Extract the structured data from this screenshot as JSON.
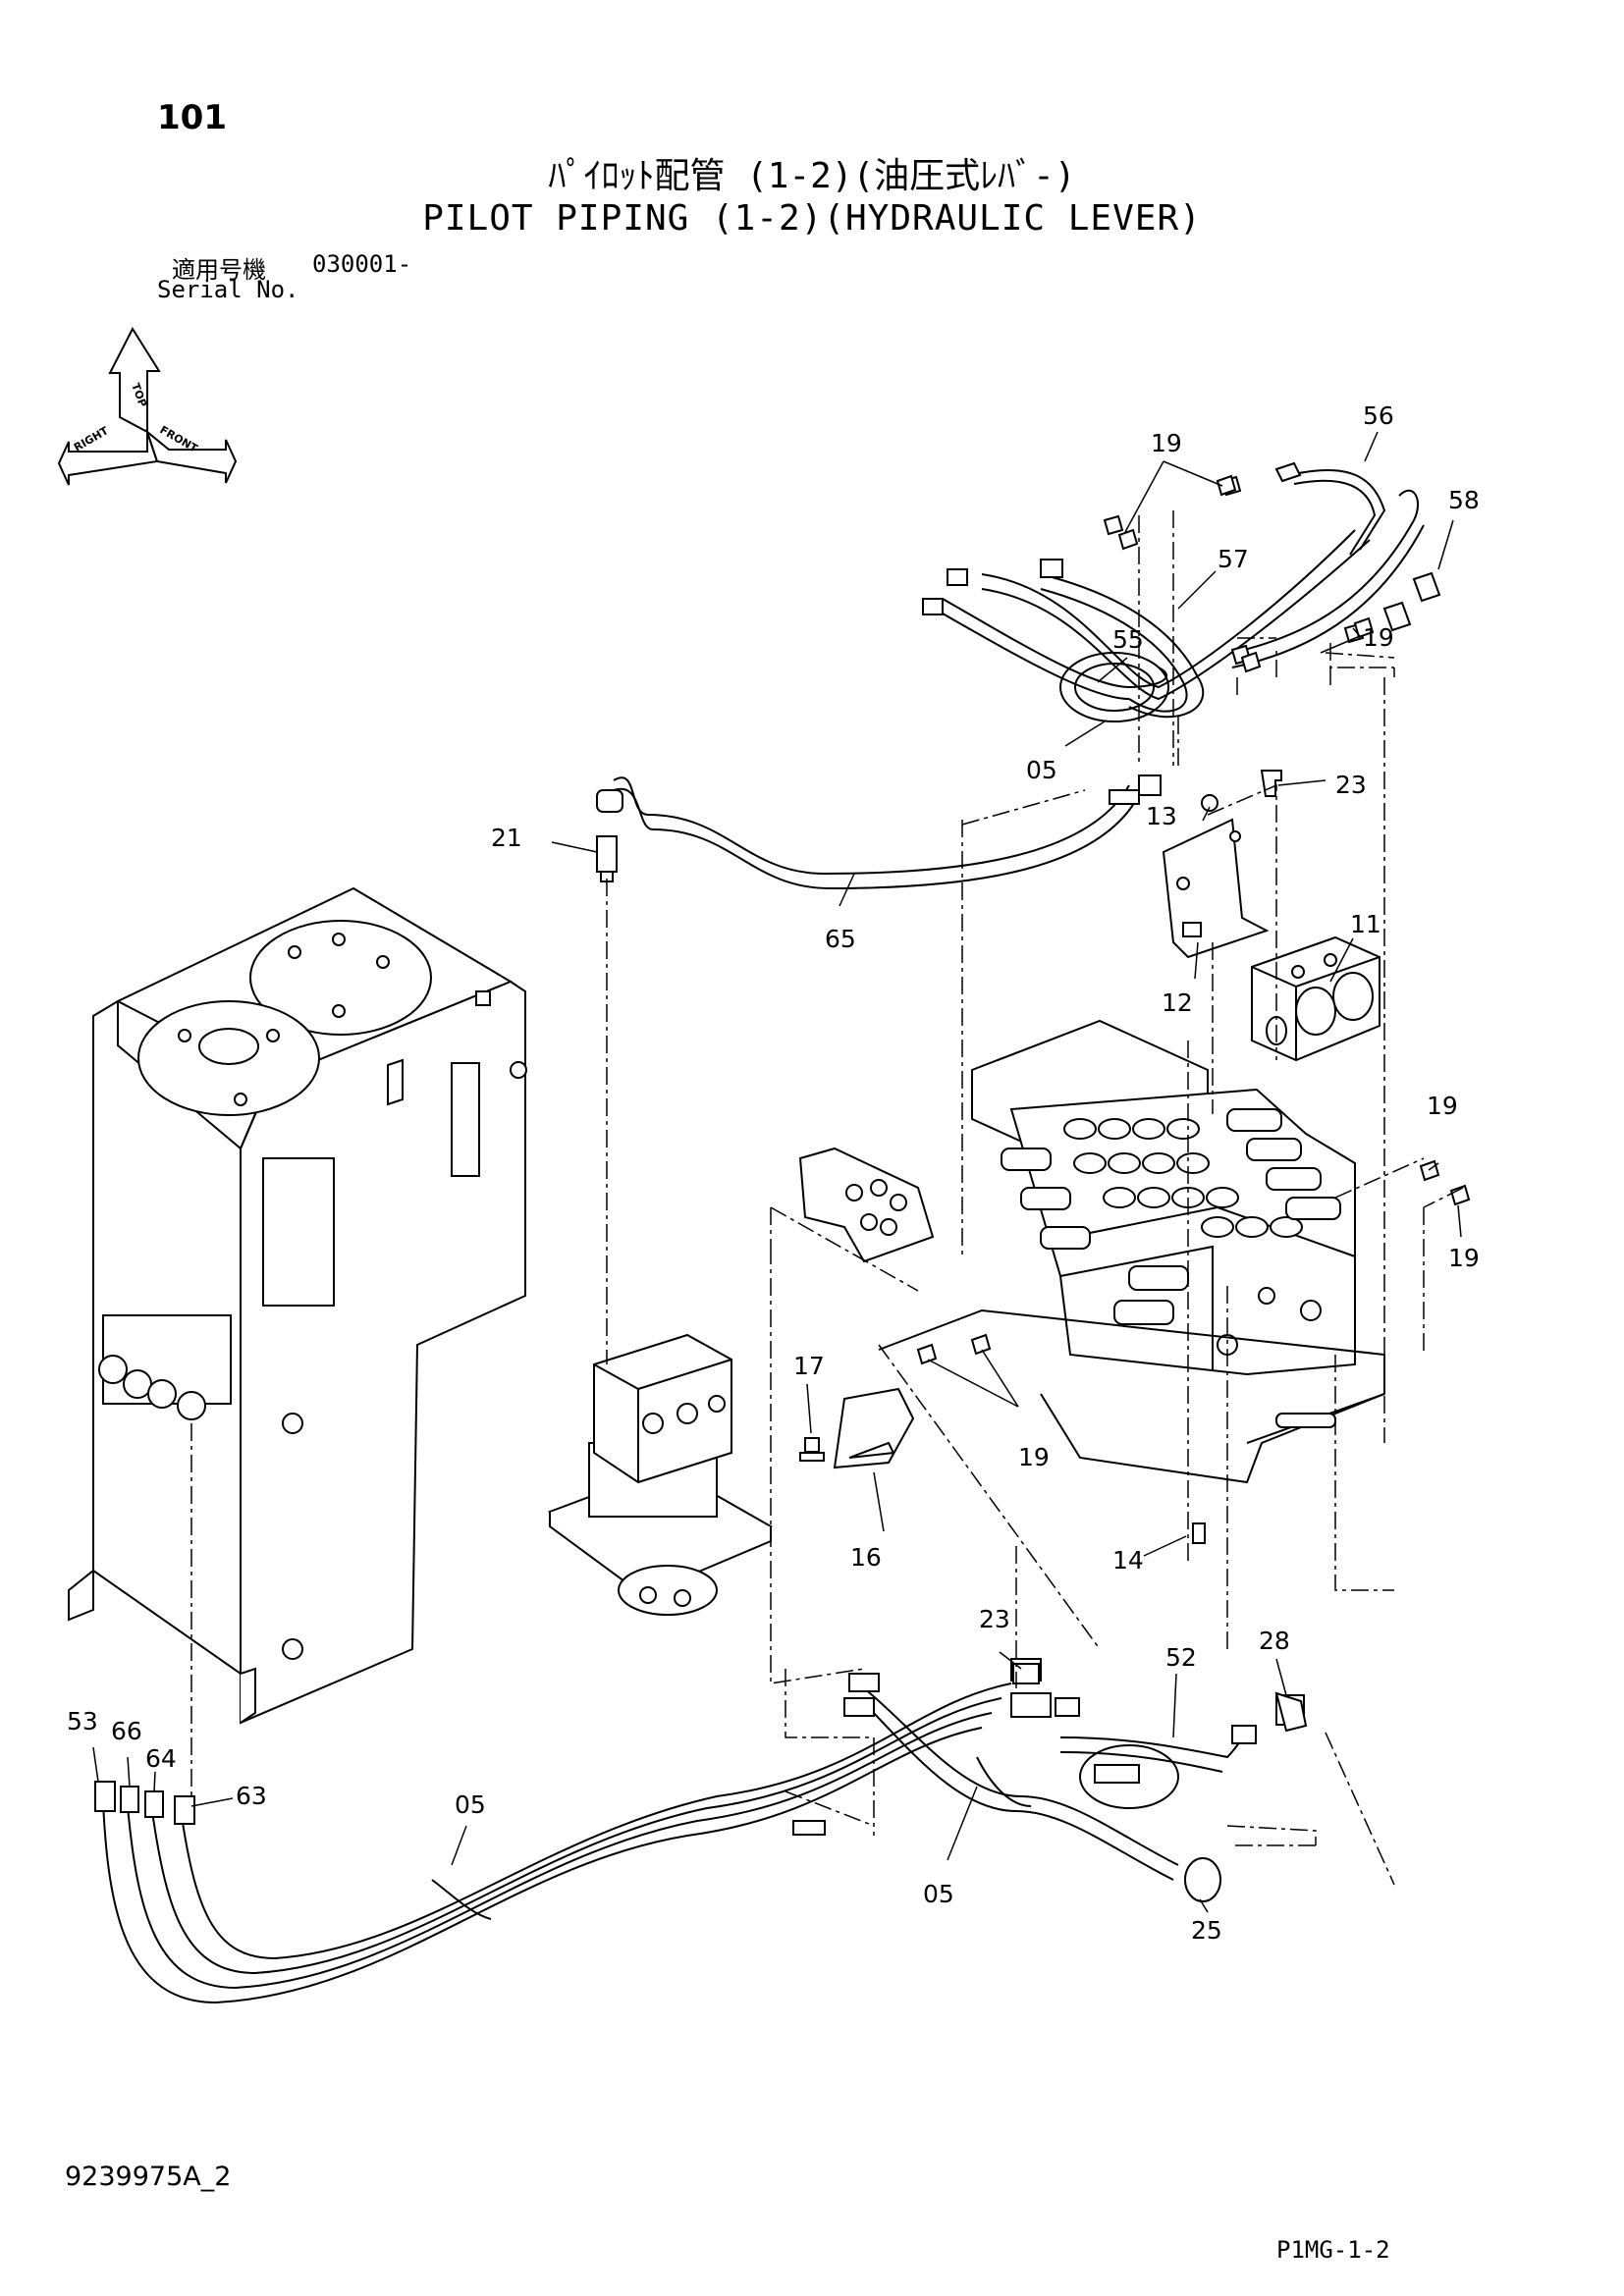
{
  "header": {
    "page_number": "101",
    "title_jp": "ﾊﾟｲﾛｯﾄ配管 (1-2)(油圧式ﾚﾊﾞ-)",
    "title_en": "PILOT PIPING (1-2)(HYDRAULIC LEVER)",
    "serial_label_jp": "適用号機",
    "serial_value": "030001-",
    "serial_label_en": "Serial No."
  },
  "orientation": {
    "top": "TOP",
    "front": "FRONT",
    "right": "RIGHT"
  },
  "callouts": [
    {
      "id": "c19a",
      "label": "19"
    },
    {
      "id": "c56",
      "label": "56"
    },
    {
      "id": "c58",
      "label": "58"
    },
    {
      "id": "c57",
      "label": "57"
    },
    {
      "id": "c55",
      "label": "55"
    },
    {
      "id": "c19b",
      "label": "19"
    },
    {
      "id": "c05a",
      "label": "05"
    },
    {
      "id": "c23a",
      "label": "23"
    },
    {
      "id": "c13",
      "label": "13"
    },
    {
      "id": "c21",
      "label": "21"
    },
    {
      "id": "c65",
      "label": "65"
    },
    {
      "id": "c11",
      "label": "11"
    },
    {
      "id": "c12",
      "label": "12"
    },
    {
      "id": "c19c",
      "label": "19"
    },
    {
      "id": "c19d",
      "label": "19"
    },
    {
      "id": "c17",
      "label": "17"
    },
    {
      "id": "c19e",
      "label": "19"
    },
    {
      "id": "c16",
      "label": "16"
    },
    {
      "id": "c14",
      "label": "14"
    },
    {
      "id": "c23b",
      "label": "23"
    },
    {
      "id": "c28",
      "label": "28"
    },
    {
      "id": "c52",
      "label": "52"
    },
    {
      "id": "c53",
      "label": "53"
    },
    {
      "id": "c66",
      "label": "66"
    },
    {
      "id": "c64",
      "label": "64"
    },
    {
      "id": "c63",
      "label": "63"
    },
    {
      "id": "c05b",
      "label": "05"
    },
    {
      "id": "c05c",
      "label": "05"
    },
    {
      "id": "c25",
      "label": "25"
    }
  ],
  "footer": {
    "drawing_number": "9239975A_2",
    "figure_code": "P1MG-1-2"
  }
}
